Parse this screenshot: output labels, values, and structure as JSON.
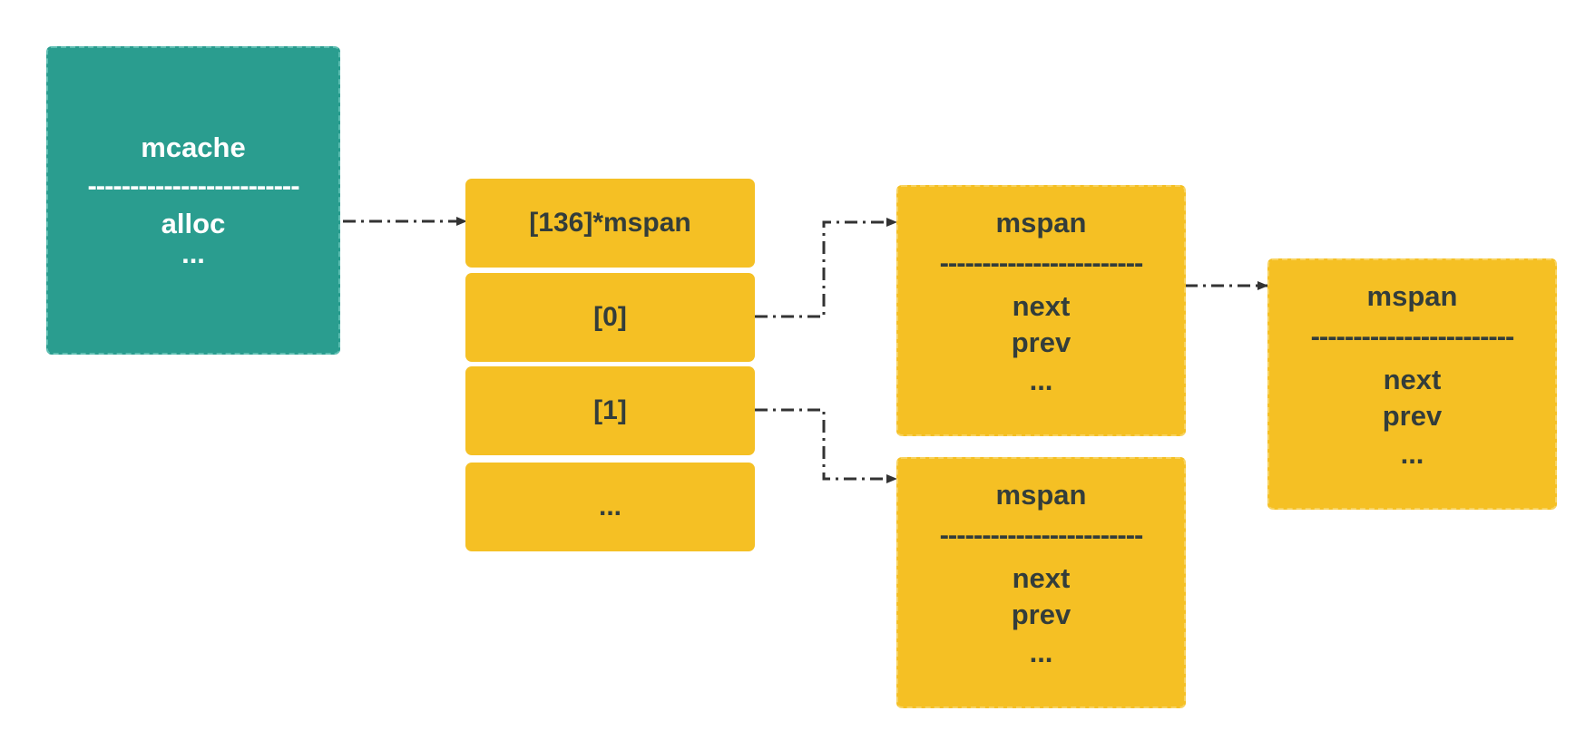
{
  "mcache": {
    "title": "mcache",
    "separator": "-------------------------",
    "field": "alloc",
    "more": "..."
  },
  "array": {
    "header": "[136]*mspan",
    "slot0": "[0]",
    "slot1": "[1]",
    "more": "..."
  },
  "mspans": [
    {
      "title": "mspan",
      "separator": "------------------------",
      "field1": "next",
      "field2": "prev",
      "more": "..."
    },
    {
      "title": "mspan",
      "separator": "------------------------",
      "field1": "next",
      "field2": "prev",
      "more": "..."
    },
    {
      "title": "mspan",
      "separator": "------------------------",
      "field1": "next",
      "field2": "prev",
      "more": "..."
    }
  ],
  "colors": {
    "mcache_fill": "#2a9d8f",
    "node_fill": "#f5c024",
    "text_dark": "#333d3b",
    "arrow": "#333333"
  }
}
